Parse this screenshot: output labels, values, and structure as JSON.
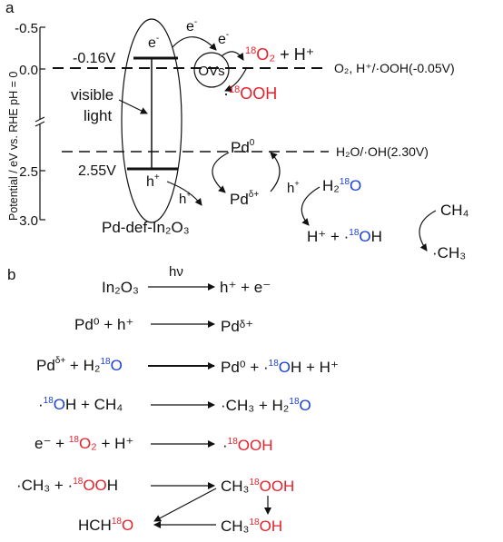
{
  "panel_a": {
    "label": "a",
    "y_axis": {
      "title": "Potential / eV vs. RHE pH = 0",
      "ticks": [
        "-0.5",
        "0.0",
        "2.5",
        "3.0"
      ]
    },
    "cb_level": "-0.16V",
    "vb_level": "2.55V",
    "electron": "e",
    "hole": "h",
    "plus_sup": "+",
    "minus_sup": "-",
    "excitation": [
      "visible",
      "light"
    ],
    "vacancy": "OVs",
    "material": "Pd-def-In₂O₃",
    "ref_o2": "O₂, H⁺/·OOH(-0.05V)",
    "ref_h2o": "H₂O/·OH(2.30V)",
    "o2_sup": "18",
    "o2_main": "O₂",
    "o2_rest": " + H⁺",
    "ooh_prefix": "·",
    "ooh_sup": "18",
    "ooh_main": "OOH",
    "pd0": "Pd",
    "pd0_sup": "0",
    "pdd": "Pd",
    "pdd_sup": "δ+",
    "water": "H₂",
    "water_sup": "18",
    "water_o": "O",
    "oh_prefix": "H⁺ + ·",
    "oh_sup": "18",
    "oh_o": "O",
    "oh_h": "H",
    "ch4": "CH₄",
    "ch3": "·CH₃"
  },
  "panel_b": {
    "label": "b",
    "hv": "hν",
    "r1_left": "In₂O₃",
    "r1_right": "h⁺ + e⁻",
    "r2_left": "Pd⁰ + h⁺",
    "r2_right": "Pdᵟ⁺",
    "r3_left_a": "Pd",
    "r3_left_a_sup": "δ+",
    "r3_left_b": " + H₂",
    "r3_left_sup": "18",
    "r3_left_o": "O",
    "r3_right_a": "Pd⁰ + ·",
    "r3_right_sup": "18",
    "r3_right_o": "O",
    "r3_right_b": "H + H⁺",
    "r4_left_a": "·",
    "r4_left_sup": "18",
    "r4_left_o": "O",
    "r4_left_b": "H + CH₄",
    "r4_right_a": "·CH₃ + H₂",
    "r4_right_sup": "18",
    "r4_right_o": "O",
    "r5_left_a": "e⁻ + ",
    "r5_left_sup": "18",
    "r5_left_o": "O₂",
    "r5_left_b": " + H⁺",
    "r5_right_a": "·",
    "r5_right_sup": "18",
    "r5_right_o": "OOH",
    "r6_left_a": "·CH₃ + ·",
    "r6_left_sup": "18",
    "r6_left_o": "OO",
    "r6_left_b": "H",
    "r6_right_a": "CH₃",
    "r6_right_sup": "18",
    "r6_right_o": "OOH",
    "r7_left_a": "HCH",
    "r7_left_sup": "18",
    "r7_left_o": "O",
    "r7_right_a": "CH₃",
    "r7_right_sup": "18",
    "r7_right_o": "OH"
  }
}
